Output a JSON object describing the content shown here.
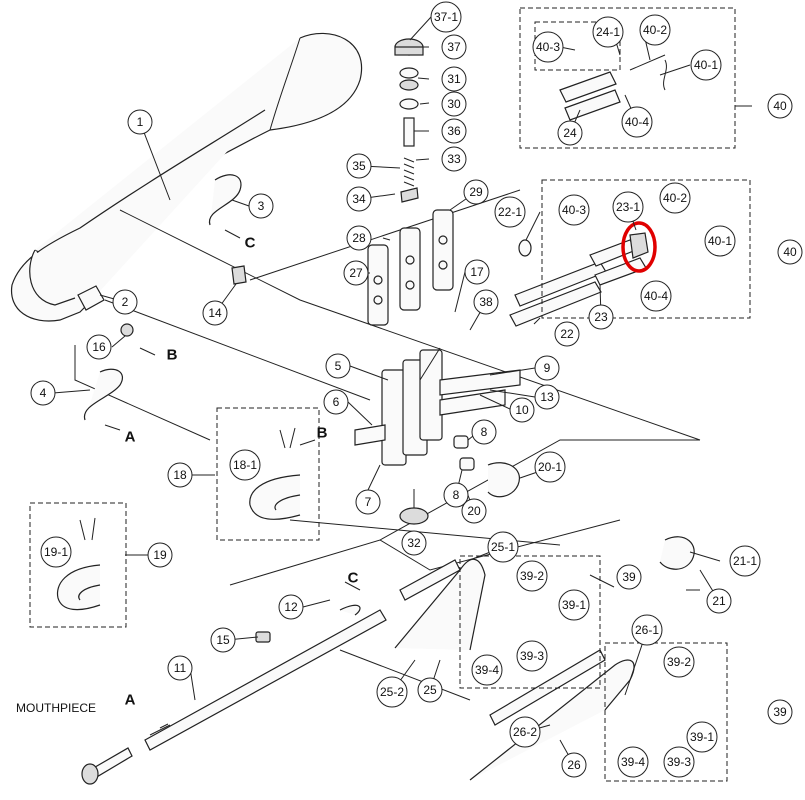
{
  "diagram": {
    "mouthpiece_label": "MOUTHPIECE",
    "callouts": [
      {
        "id": "c1",
        "text": "1"
      },
      {
        "id": "c2",
        "text": "2"
      },
      {
        "id": "c3",
        "text": "3"
      },
      {
        "id": "c4",
        "text": "4"
      },
      {
        "id": "c5",
        "text": "5"
      },
      {
        "id": "c6",
        "text": "6"
      },
      {
        "id": "c7",
        "text": "7"
      },
      {
        "id": "c8a",
        "text": "8"
      },
      {
        "id": "c8b",
        "text": "8"
      },
      {
        "id": "c9",
        "text": "9"
      },
      {
        "id": "c10",
        "text": "10"
      },
      {
        "id": "c11",
        "text": "11"
      },
      {
        "id": "c12",
        "text": "12"
      },
      {
        "id": "c13",
        "text": "13"
      },
      {
        "id": "c14",
        "text": "14"
      },
      {
        "id": "c15",
        "text": "15"
      },
      {
        "id": "c16",
        "text": "16"
      },
      {
        "id": "c17",
        "text": "17"
      },
      {
        "id": "c18",
        "text": "18"
      },
      {
        "id": "c18_1",
        "text": "18-1"
      },
      {
        "id": "c19",
        "text": "19"
      },
      {
        "id": "c19_1",
        "text": "19-1"
      },
      {
        "id": "c20",
        "text": "20"
      },
      {
        "id": "c20_1",
        "text": "20-1"
      },
      {
        "id": "c21",
        "text": "21"
      },
      {
        "id": "c21_1",
        "text": "21-1"
      },
      {
        "id": "c22",
        "text": "22"
      },
      {
        "id": "c22_1",
        "text": "22-1"
      },
      {
        "id": "c23",
        "text": "23"
      },
      {
        "id": "c23_1",
        "text": "23-1"
      },
      {
        "id": "c24",
        "text": "24"
      },
      {
        "id": "c24_1",
        "text": "24-1"
      },
      {
        "id": "c25",
        "text": "25"
      },
      {
        "id": "c25_1",
        "text": "25-1"
      },
      {
        "id": "c25_2",
        "text": "25-2"
      },
      {
        "id": "c26",
        "text": "26"
      },
      {
        "id": "c26_1",
        "text": "26-1"
      },
      {
        "id": "c26_2",
        "text": "26-2"
      },
      {
        "id": "c27",
        "text": "27"
      },
      {
        "id": "c28",
        "text": "28"
      },
      {
        "id": "c29",
        "text": "29"
      },
      {
        "id": "c30",
        "text": "30"
      },
      {
        "id": "c31",
        "text": "31"
      },
      {
        "id": "c32",
        "text": "32"
      },
      {
        "id": "c33",
        "text": "33"
      },
      {
        "id": "c34",
        "text": "34"
      },
      {
        "id": "c35",
        "text": "35"
      },
      {
        "id": "c36",
        "text": "36"
      },
      {
        "id": "c37",
        "text": "37"
      },
      {
        "id": "c37_1",
        "text": "37-1"
      },
      {
        "id": "c38",
        "text": "38"
      },
      {
        "id": "c39a",
        "text": "39"
      },
      {
        "id": "c39b",
        "text": "39"
      },
      {
        "id": "c39_1a",
        "text": "39-1"
      },
      {
        "id": "c39_2a",
        "text": "39-2"
      },
      {
        "id": "c39_3a",
        "text": "39-3"
      },
      {
        "id": "c39_4a",
        "text": "39-4"
      },
      {
        "id": "c39_1b",
        "text": "39-1"
      },
      {
        "id": "c39_2b",
        "text": "39-2"
      },
      {
        "id": "c39_3b",
        "text": "39-3"
      },
      {
        "id": "c39_4b",
        "text": "39-4"
      },
      {
        "id": "c40a",
        "text": "40"
      },
      {
        "id": "c40b",
        "text": "40"
      },
      {
        "id": "c40_1a",
        "text": "40-1"
      },
      {
        "id": "c40_2a",
        "text": "40-2"
      },
      {
        "id": "c40_3a",
        "text": "40-3"
      },
      {
        "id": "c40_4a",
        "text": "40-4"
      },
      {
        "id": "c40_1b",
        "text": "40-1"
      },
      {
        "id": "c40_2b",
        "text": "40-2"
      },
      {
        "id": "c40_3b",
        "text": "40-3"
      },
      {
        "id": "c40_4b",
        "text": "40-4"
      }
    ],
    "connectors": [
      {
        "id": "A1",
        "text": "A"
      },
      {
        "id": "A2",
        "text": "A"
      },
      {
        "id": "B1",
        "text": "B"
      },
      {
        "id": "B2",
        "text": "B"
      },
      {
        "id": "C1",
        "text": "C"
      },
      {
        "id": "C2",
        "text": "C"
      }
    ],
    "highlight_color": "#e00000"
  }
}
